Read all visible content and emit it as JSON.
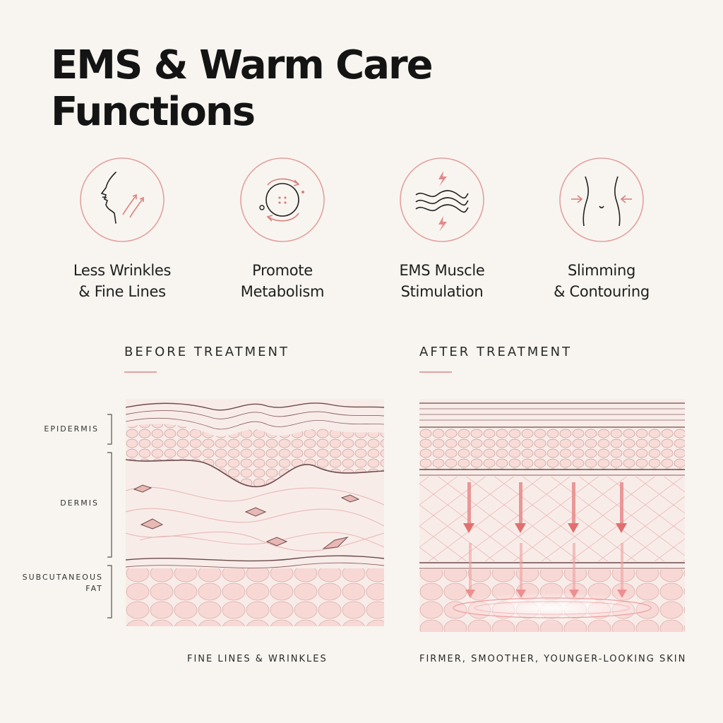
{
  "title": {
    "line1": "EMS & Warm Care",
    "line2": "Functions"
  },
  "features": [
    {
      "icon": "face-lift-icon",
      "line1": "Less Wrinkles",
      "line2": "& Fine Lines"
    },
    {
      "icon": "metabolism-cycle-icon",
      "line1": "Promote",
      "line2": "Metabolism"
    },
    {
      "icon": "muscle-wave-icon",
      "line1": "EMS Muscle",
      "line2": "Stimulation"
    },
    {
      "icon": "waist-contour-icon",
      "line1": "Slimming",
      "line2": "& Contouring"
    }
  ],
  "before": {
    "title": "BEFORE TREATMENT",
    "caption": "FINE LINES & WRINKLES"
  },
  "after": {
    "title": "AFTER TREATMENT",
    "caption": "FIRMER, SMOOTHER, YOUNGER-LOOKING SKIN"
  },
  "layers": {
    "epidermis": "EPIDERMIS",
    "dermis": "DERMIS",
    "fat_line1": "SUBCUTANEOUS",
    "fat_line2": "FAT"
  },
  "colors": {
    "accent": "#e08a8a",
    "background": "#f8f5f0",
    "skin": "#f6d9d6",
    "line": "#6b4b4b"
  }
}
